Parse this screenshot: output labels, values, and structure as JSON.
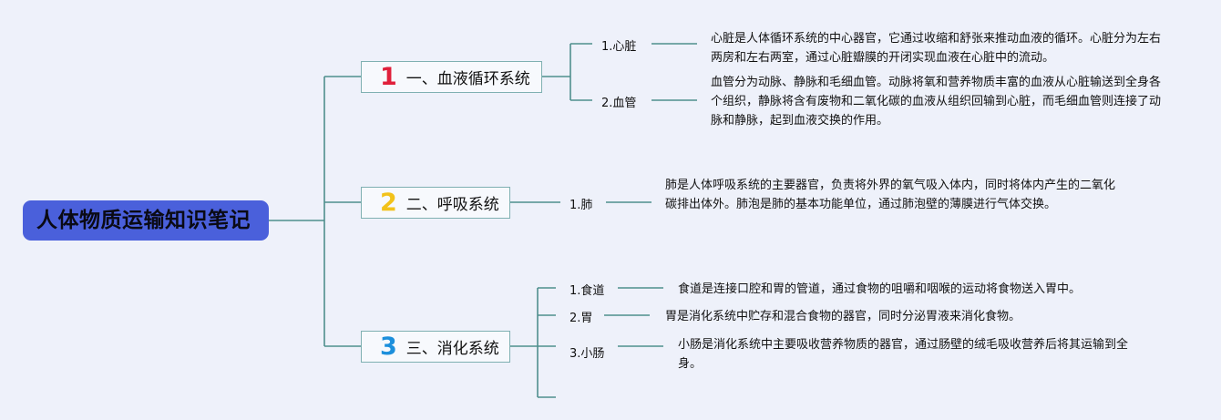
{
  "title": "人体物质运输知识笔记",
  "branches": [
    {
      "number": "1",
      "number_color": "#e0203b",
      "label": "一、血液循环系统",
      "items": [
        {
          "label": "1.心脏",
          "text": "心脏是人体循环系统的中心器官，它通过收缩和舒张来推动血液的循环。心脏分为左右两房和左右两室，通过心脏瓣膜的开闭实现血液在心脏中的流动。"
        },
        {
          "label": "2.血管",
          "text": "血管分为动脉、静脉和毛细血管。动脉将氧和营养物质丰富的血液从心脏输送到全身各个组织，静脉将含有废物和二氧化碳的血液从组织回输到心脏，而毛细血管则连接了动脉和静脉，起到血液交换的作用。"
        }
      ]
    },
    {
      "number": "2",
      "number_color": "#f2c21a",
      "label": "二、呼吸系统",
      "items": [
        {
          "label": "1.肺",
          "text": "肺是人体呼吸系统的主要器官，负责将外界的氧气吸入体内，同时将体内产生的二氧化碳排出体外。肺泡是肺的基本功能单位，通过肺泡壁的薄膜进行气体交换。"
        }
      ]
    },
    {
      "number": "3",
      "number_color": "#1c8fdc",
      "label": "三、消化系统",
      "items": [
        {
          "label": "1.食道",
          "text": "食道是连接口腔和胃的管道，通过食物的咀嚼和咽喉的运动将食物送入胃中。"
        },
        {
          "label": "2.胃",
          "text": "胃是消化系统中贮存和混合食物的器官，同时分泌胃液来消化食物。"
        },
        {
          "label": "3.小肠",
          "text": "小肠是消化系统中主要吸收营养物质的器官，通过肠壁的绒毛吸收营养后将其运输到全身。"
        }
      ]
    }
  ],
  "colors": {
    "background": "#eef1fa",
    "root_fill": "#4a60db",
    "connector": "#4f8f8d",
    "branch_border": "#7fb0b2"
  }
}
